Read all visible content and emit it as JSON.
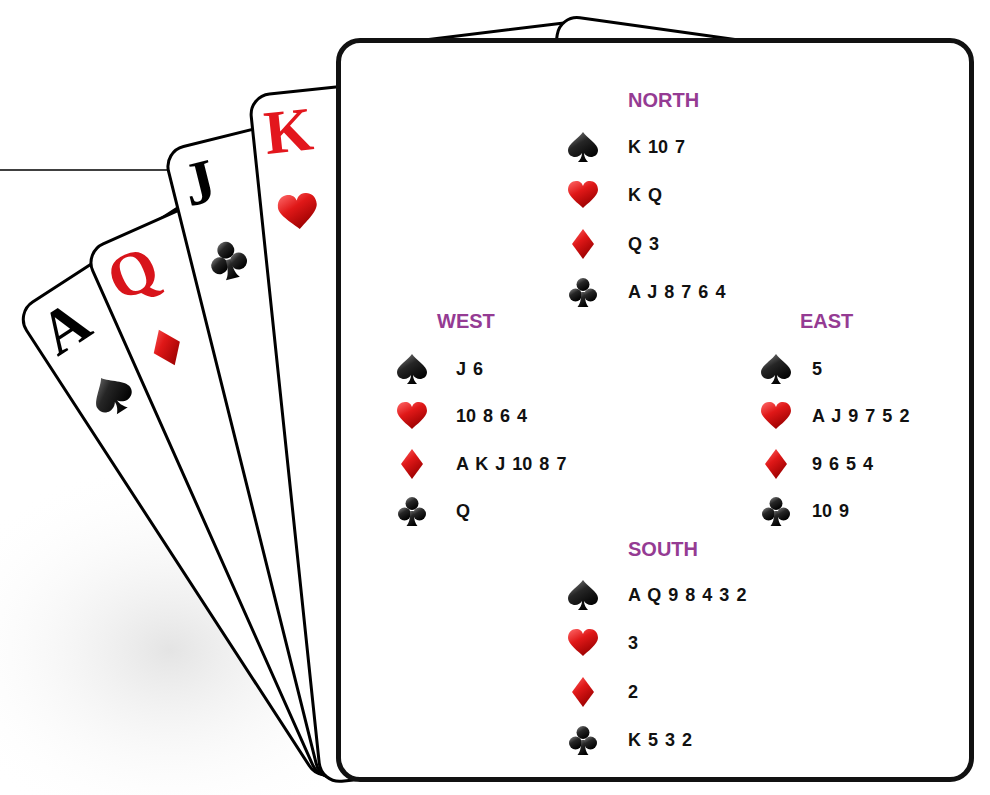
{
  "diagram": {
    "nodes": [
      {
        "text": [
          "A"
        ]
      },
      {
        "text": [
          "Q"
        ]
      },
      {
        "text": [
          "J"
        ]
      },
      {
        "text": [
          "K"
        ]
      },
      {
        "text": [
          "NORTH",
          "K 10 7",
          "K Q",
          "Q 3",
          "A J 8 7 6 4",
          "WEST",
          "J 6",
          "10 8 6 4",
          "A K J 10 8 7",
          "Q",
          "EAST",
          "5",
          "A J 9 7 5 2",
          "9 6 5 4",
          "10 9",
          "SOUTH",
          "A Q 9 8 4 3 2",
          "3",
          "2",
          "K 5 3 2"
        ]
      }
    ]
  }
}
